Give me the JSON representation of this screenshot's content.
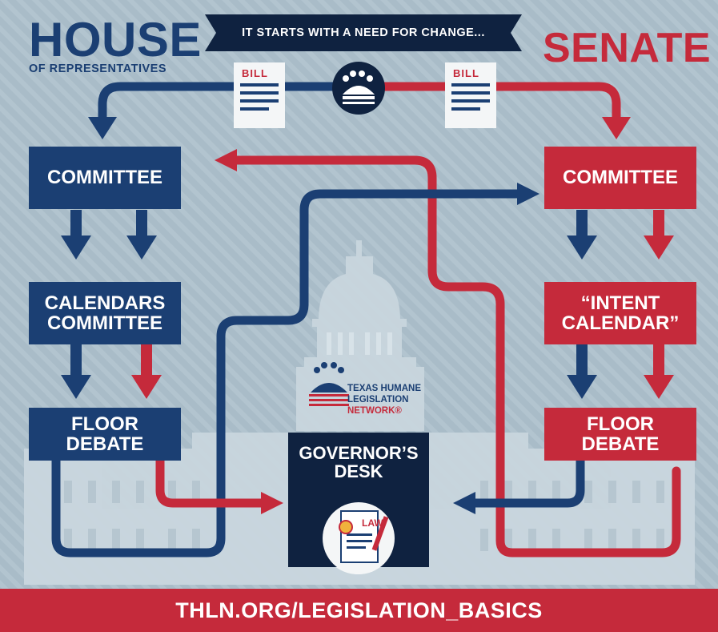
{
  "header": {
    "house_title": "HOUSE",
    "house_subtitle": "OF REPRESENTATIVES",
    "senate_title": "SENATE",
    "banner_text": "IT STARTS WITH A NEED FOR CHANGE..."
  },
  "bills": {
    "left_label": "BILL",
    "right_label": "BILL"
  },
  "house_steps": {
    "committee": "COMMITTEE",
    "calendars_line1": "CALENDARS",
    "calendars_line2": "COMMITTEE",
    "floor_line1": "FLOOR",
    "floor_line2": "DEBATE"
  },
  "senate_steps": {
    "committee": "COMMITTEE",
    "intent_line1": "“INTENT",
    "intent_line2": "CALENDAR”",
    "floor_line1": "FLOOR",
    "floor_line2": "DEBATE"
  },
  "governor": {
    "line1": "GOVERNOR’S",
    "line2": "DESK",
    "law_label": "LAW"
  },
  "logo": {
    "line1": "TEXAS HUMANE",
    "line2": "LEGISLATION",
    "line3": "NETWORK®"
  },
  "footer": {
    "url": "THLN.ORG/LEGISLATION_BASICS"
  },
  "colors": {
    "house_blue": "#1b3f73",
    "senate_red": "#c52a3b",
    "navy": "#0f2240",
    "background": "#a9bcc8"
  }
}
